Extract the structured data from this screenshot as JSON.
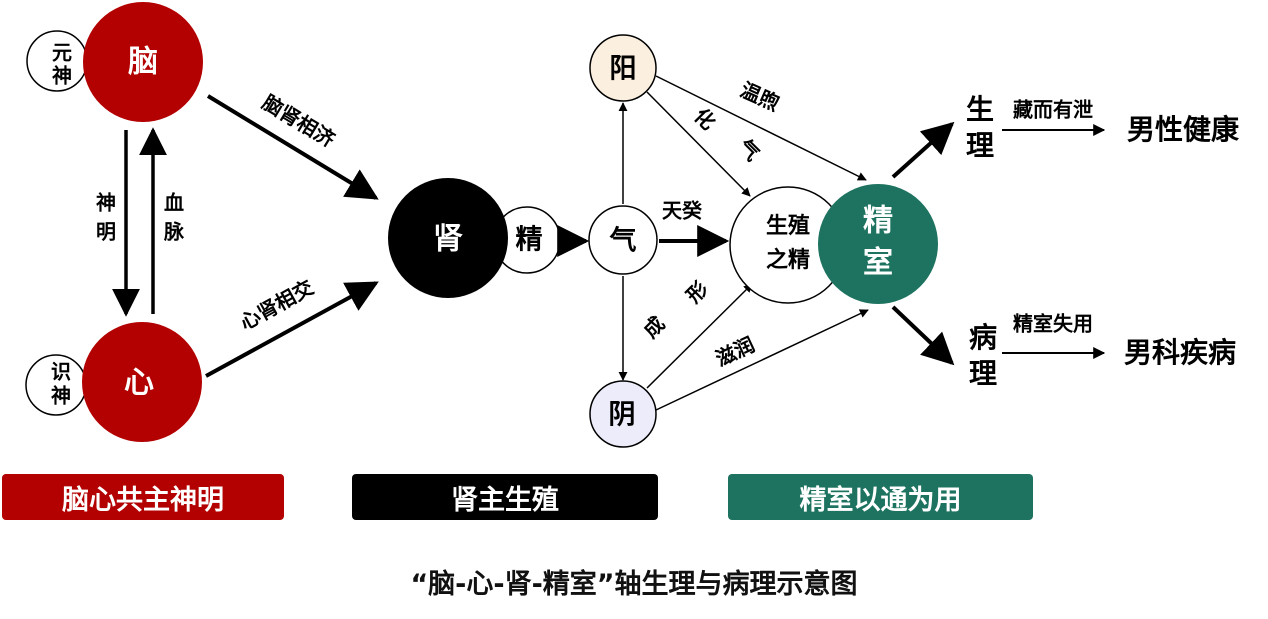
{
  "colors": {
    "red": "#b30000",
    "black": "#000000",
    "green": "#1e7360",
    "yang_fill": "#fbf0df",
    "yin_fill": "#ececfa"
  },
  "nodes": {
    "nao": "脑",
    "xin": "心",
    "yuanshen": [
      "元",
      "神"
    ],
    "shishen": [
      "识",
      "神"
    ],
    "shen": "肾",
    "jing": "精",
    "qi": "气",
    "yang": "阳",
    "yin": "阴",
    "shengzhi": [
      "生殖",
      "之精"
    ],
    "jingshi": [
      "精",
      "室"
    ]
  },
  "edges": {
    "shenming": [
      "神",
      "明"
    ],
    "xuemai": [
      "血",
      "脉"
    ],
    "naoshen": "脑肾相济",
    "xinshen": "心肾相交",
    "tiangui": "天癸",
    "wenxu": "温煦",
    "huaqi": [
      "化",
      "气"
    ],
    "chengxing": [
      "成",
      "形"
    ],
    "zirun": "滋润"
  },
  "right": {
    "shengli": [
      "生",
      "理"
    ],
    "canger": "藏而有泄",
    "male_health": "男性健康",
    "bingli": [
      "病",
      "理"
    ],
    "shiyong": "精室失用",
    "male_disease": "男科疾病"
  },
  "banners": {
    "red": "脑心共主神明",
    "black": "肾主生殖",
    "green": "精室以通为用"
  },
  "caption": "“脑-心-肾-精室”轴生理与病理示意图"
}
